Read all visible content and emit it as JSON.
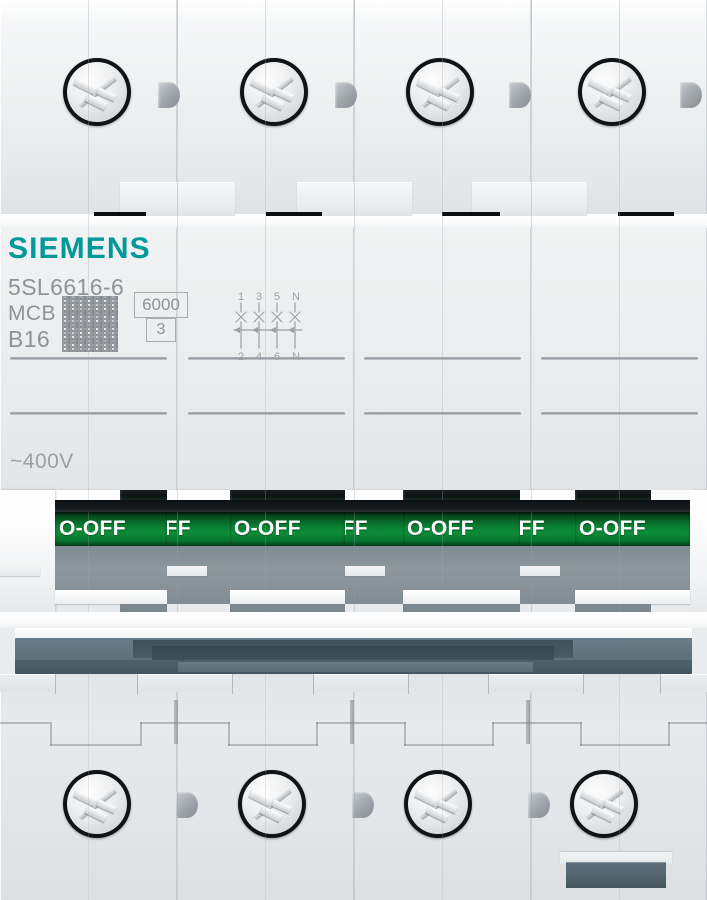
{
  "product": {
    "brand": "SIEMENS",
    "brand_color": "#009999",
    "part_number": "5SL6616-6",
    "device_type": "MCB",
    "trip_characteristic": "B16",
    "breaking_capacity": "6000",
    "energy_limiting_class": "3",
    "rated_voltage": "~400V",
    "poles": 4
  },
  "switch": {
    "position_label": "O-OFF",
    "indicator_color": "#0c8c38",
    "text_color": "#ffffff",
    "modules": [
      {
        "label": "O-OFF"
      },
      {
        "label": "O-OFF"
      },
      {
        "label": "O-OFF"
      },
      {
        "label": "O-OFF"
      }
    ]
  },
  "schematic": {
    "top_terminals": [
      "1",
      "3",
      "5",
      "N"
    ],
    "bottom_terminals": [
      "2",
      "4",
      "6",
      "N"
    ],
    "line_color": "#9aa0a5"
  },
  "markings": {
    "datamatrix": "data-matrix-code",
    "capacity_box_label": "6000",
    "class_box_label": "3"
  }
}
